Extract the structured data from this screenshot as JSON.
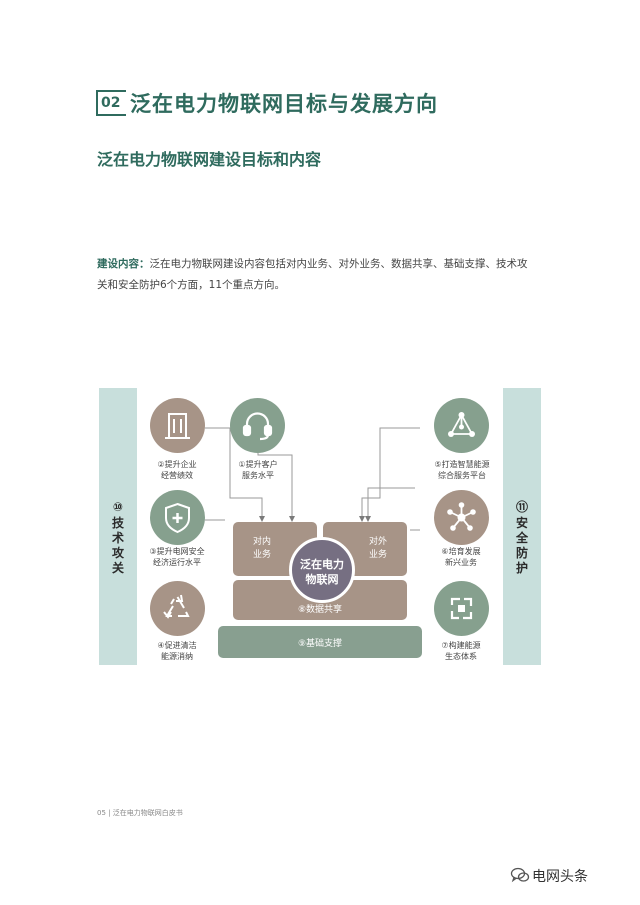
{
  "section": {
    "number": "02",
    "title": "泛在电力物联网目标与发展方向"
  },
  "subtitle": "泛在电力物联网建设目标和内容",
  "paragraph": {
    "lead": "建设内容：",
    "line1": "泛在电力物联网建设内容包括对内业务、对外业务、数据共享、基础支撑、技术攻",
    "line2": "关和安全防护6个方面，11个重点方向。"
  },
  "diagram": {
    "left_bar": {
      "num": "⑩",
      "chars": [
        "技",
        "术",
        "攻",
        "关"
      ]
    },
    "right_bar": {
      "num": "⑪",
      "chars": [
        "安",
        "全",
        "防",
        "护"
      ]
    },
    "items": {
      "enterprise": {
        "line1": "②提升企业",
        "line2": "经营绩效",
        "icon": "building-icon"
      },
      "customer": {
        "line1": "①提升客户",
        "line2": "服务水平",
        "icon": "headset-icon"
      },
      "safety": {
        "line1": "③提升电网安全",
        "line2": "经济运行水平",
        "icon": "shield-plus-icon"
      },
      "clean": {
        "line1": "④促进清洁",
        "line2": "能源消纳",
        "icon": "recycle-icon"
      },
      "smart": {
        "line1": "⑤打造智慧能源",
        "line2": "综合服务平台",
        "icon": "network-nodes-icon"
      },
      "emerging": {
        "line1": "⑥培育发展",
        "line2": "新兴业务",
        "icon": "hub-icon"
      },
      "ecosystem": {
        "line1": "⑦构建能源",
        "line2": "生态体系",
        "icon": "cycle-arrows-icon"
      }
    },
    "internal": {
      "line1": "对内",
      "line2": "业务"
    },
    "external": {
      "line1": "对外",
      "line2": "业务"
    },
    "core": {
      "line1": "泛在电力",
      "line2": "物联网"
    },
    "data_sharing": "⑧数据共享",
    "foundation": "⑨基础支撑"
  },
  "footer": "05 | 泛在电力物联网白皮书",
  "watermark": "电网头条",
  "colors": {
    "accent": "#2f6b5e",
    "brown": "#a79487",
    "green": "#86a08e",
    "side": "#c8dfdc",
    "core": "#766f82"
  }
}
